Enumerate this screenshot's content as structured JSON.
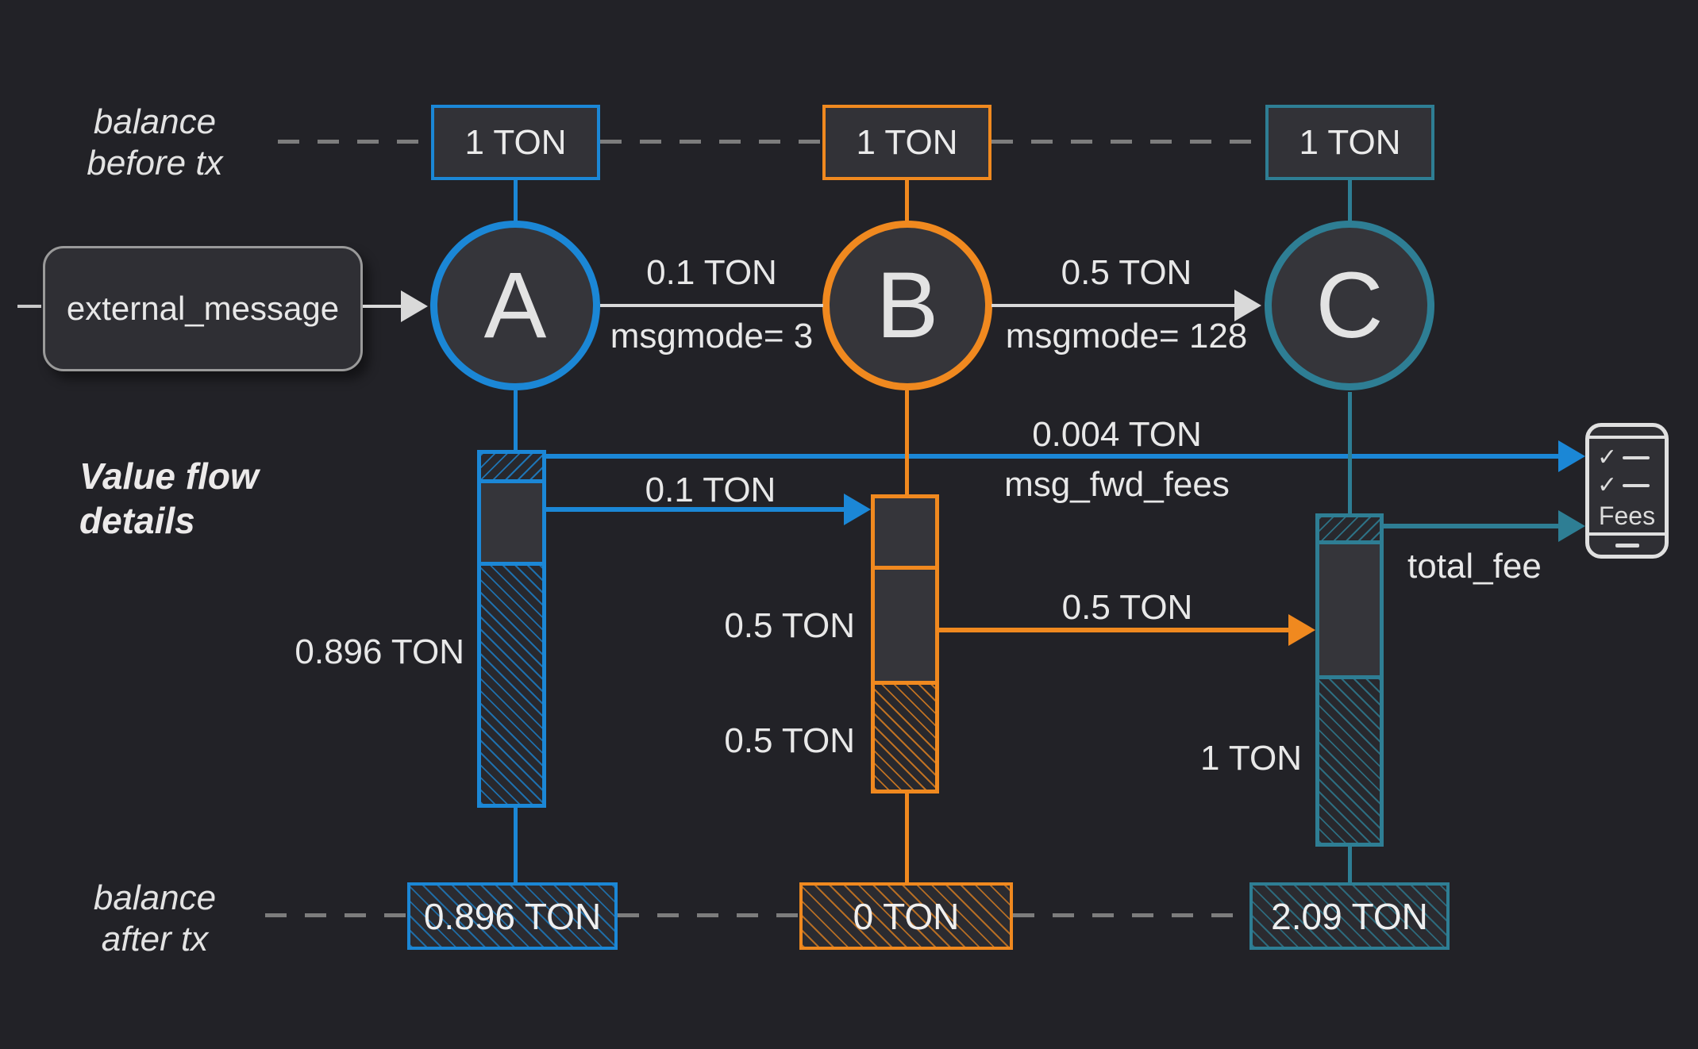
{
  "title": "TON transaction value flow diagram",
  "colors": {
    "background": "#222227",
    "node_a_accent": "#1b87d6",
    "node_b_accent": "#f0891f",
    "node_c_accent": "#2e7e94",
    "panel_fill": "#323237",
    "text": "#e8e8e8",
    "dashed_guide": "#7d7d7d",
    "plain_arrow": "#d9d9d9"
  },
  "labels": {
    "balance_before_line1": "balance",
    "balance_before_line2": "before tx",
    "balance_after_line1": "balance",
    "balance_after_line2": "after tx",
    "value_flow_line1": "Value flow",
    "value_flow_line2": "details"
  },
  "external_message": {
    "label": "external_message"
  },
  "nodes": [
    {
      "id": "A",
      "letter": "A",
      "balance_before": "1 TON",
      "balance_after": "0.896 TON",
      "color": "#1b87d6"
    },
    {
      "id": "B",
      "letter": "B",
      "balance_before": "1 TON",
      "balance_after": "0 TON",
      "color": "#f0891f"
    },
    {
      "id": "C",
      "letter": "C",
      "balance_before": "1 TON",
      "balance_after": "2.09 TON",
      "color": "#2e7e94"
    }
  ],
  "messages": [
    {
      "from": "A",
      "to": "B",
      "amount": "0.1 TON",
      "mode": "msgmode= 3"
    },
    {
      "from": "B",
      "to": "C",
      "amount": "0.5 TON",
      "mode": "msgmode= 128"
    }
  ],
  "value_flows": {
    "msg_fwd_fees": {
      "amount": "0.004 TON",
      "label": "msg_fwd_fees"
    },
    "a_to_b": {
      "amount": "0.1 TON"
    },
    "b_to_c": {
      "amount": "0.5 TON"
    },
    "total_fee": {
      "label": "total_fee"
    },
    "a_remaining": "0.896 TON",
    "b_forwarded": "0.5 TON",
    "b_burned": "0.5 TON",
    "c_received": "1 TON"
  },
  "fees_icon": {
    "label": "Fees"
  }
}
